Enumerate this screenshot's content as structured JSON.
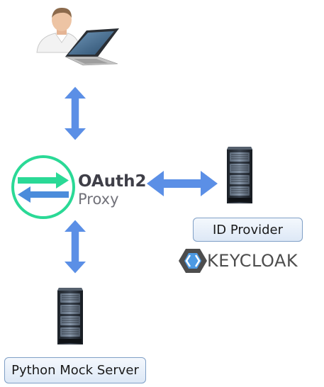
{
  "nodes": {
    "oauth_proxy": {
      "title": "OAuth2",
      "subtitle": "Proxy"
    },
    "id_provider": {
      "label": "ID Provider"
    },
    "keycloak_logo": {
      "wordmark": "KEYCLOAK"
    },
    "mock_server": {
      "label": "Python Mock Server"
    }
  },
  "icons": {
    "user": "user-laptop-icon",
    "server": "server-rack-icon",
    "arrow": "double-arrow-icon"
  },
  "colors": {
    "arrow": "#5b8fe6",
    "box_border": "#7f9fc6",
    "oauth_green": "#2ad996",
    "oauth_blue": "#4b8cdb",
    "keycloak_blue": "#4d9ae3"
  }
}
